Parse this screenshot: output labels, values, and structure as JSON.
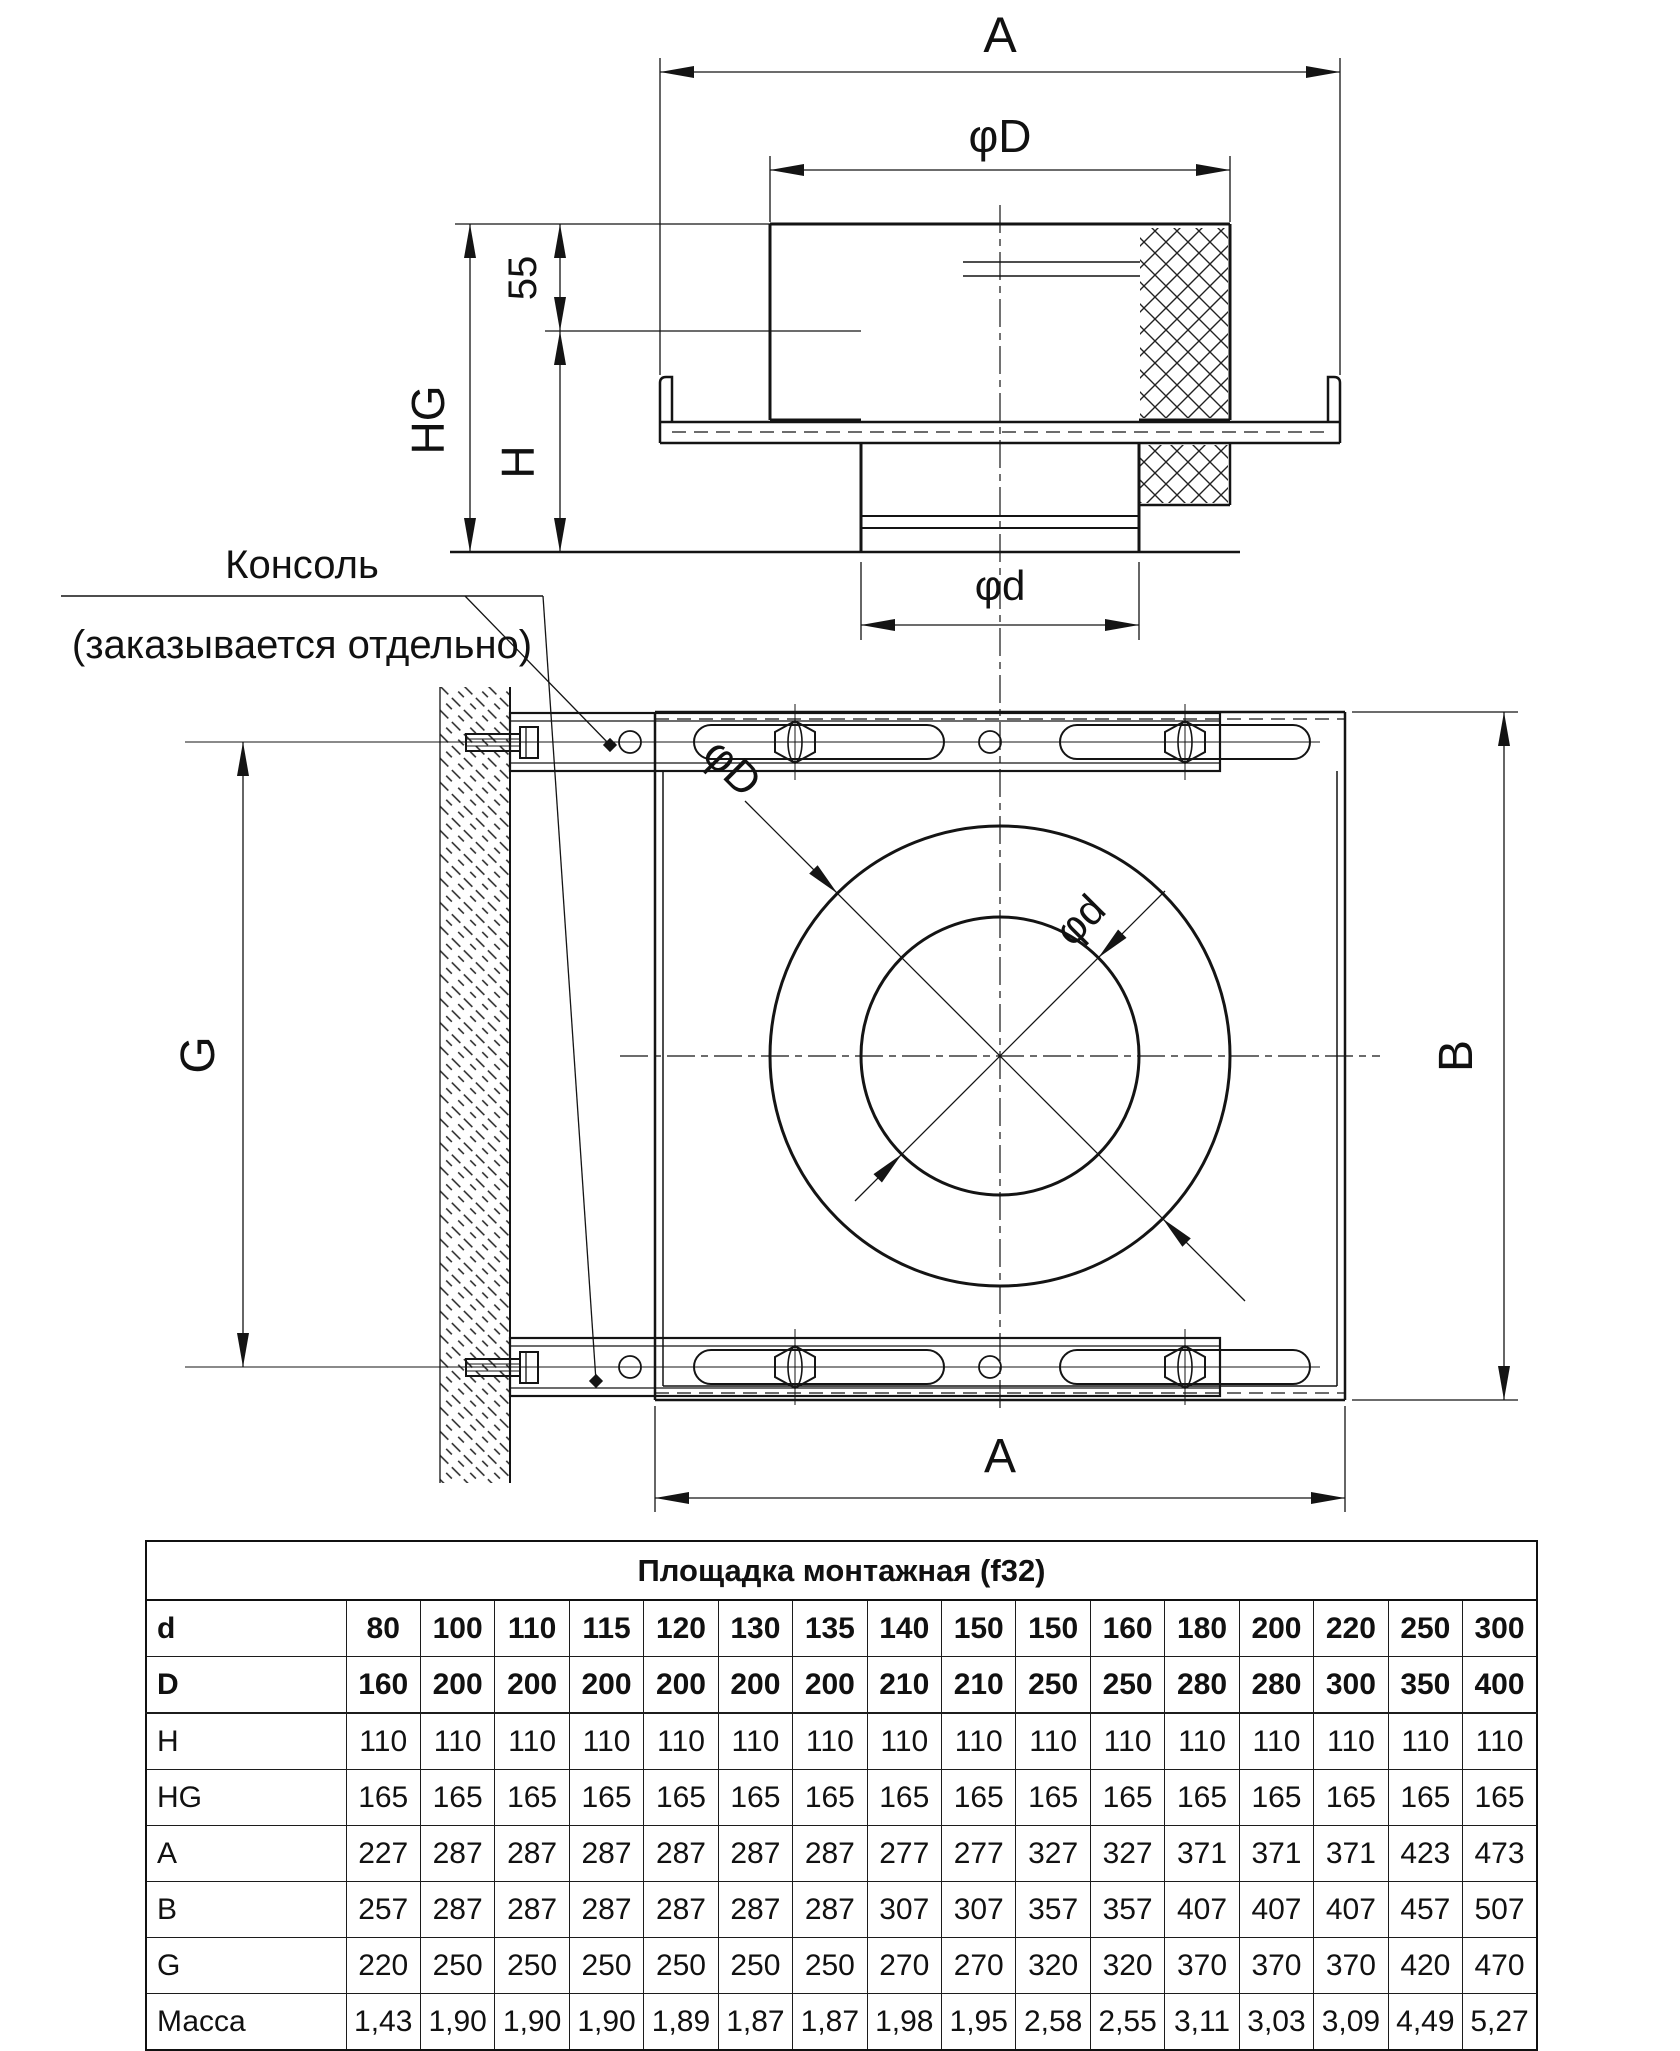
{
  "drawing": {
    "section": {
      "a": "A",
      "d_outer": "φD",
      "s55": "55",
      "hg": "HG",
      "h": "H",
      "d_inner": "φd"
    },
    "plan": {
      "d_outer": "φD",
      "d_inner": "φd",
      "g": "G",
      "b": "B",
      "a": "A"
    },
    "console_note": {
      "line1": "Консоль",
      "line2": "(заказывается отдельно)"
    }
  },
  "table": {
    "title": "Площадка монтажная (f32)",
    "rows": [
      {
        "label": "d",
        "bold": true,
        "thick_bottom": false,
        "values": [
          80,
          100,
          110,
          115,
          120,
          130,
          135,
          140,
          150,
          150,
          160,
          180,
          200,
          220,
          250,
          300
        ]
      },
      {
        "label": "D",
        "bold": true,
        "thick_bottom": true,
        "values": [
          160,
          200,
          200,
          200,
          200,
          200,
          200,
          210,
          210,
          250,
          250,
          280,
          280,
          300,
          350,
          400
        ]
      },
      {
        "label": "H",
        "bold": false,
        "thick_bottom": false,
        "values": [
          110,
          110,
          110,
          110,
          110,
          110,
          110,
          110,
          110,
          110,
          110,
          110,
          110,
          110,
          110,
          110
        ]
      },
      {
        "label": "HG",
        "bold": false,
        "thick_bottom": false,
        "values": [
          165,
          165,
          165,
          165,
          165,
          165,
          165,
          165,
          165,
          165,
          165,
          165,
          165,
          165,
          165,
          165
        ]
      },
      {
        "label": "A",
        "bold": false,
        "thick_bottom": false,
        "values": [
          227,
          287,
          287,
          287,
          287,
          287,
          287,
          277,
          277,
          327,
          327,
          371,
          371,
          371,
          423,
          473
        ]
      },
      {
        "label": "B",
        "bold": false,
        "thick_bottom": false,
        "values": [
          257,
          287,
          287,
          287,
          287,
          287,
          287,
          307,
          307,
          357,
          357,
          407,
          407,
          407,
          457,
          507
        ]
      },
      {
        "label": "G",
        "bold": false,
        "thick_bottom": false,
        "values": [
          220,
          250,
          250,
          250,
          250,
          250,
          250,
          270,
          270,
          320,
          320,
          370,
          370,
          370,
          420,
          470
        ]
      },
      {
        "label": "Масса",
        "bold": false,
        "thick_bottom": false,
        "values": [
          "1,43",
          "1,90",
          "1,90",
          "1,90",
          "1,89",
          "1,87",
          "1,87",
          "1,98",
          "1,95",
          "2,58",
          "2,55",
          "3,11",
          "3,03",
          "3,09",
          "4,49",
          "5,27"
        ]
      }
    ]
  }
}
